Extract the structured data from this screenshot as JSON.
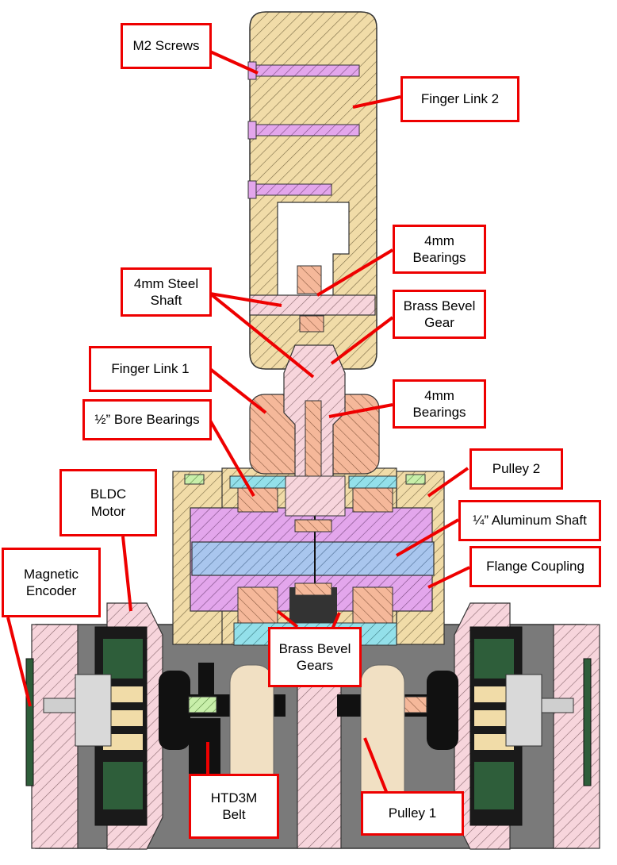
{
  "colors": {
    "callout": "#ee0000",
    "wood": "#f1dca8",
    "pink": "#f7d5dc",
    "lavender": "#e3a6ec",
    "salmon": "#f5b89a",
    "blue": "#a9c6ee",
    "cyan": "#93e0ea",
    "lightgreen": "#c8efaa",
    "green": "#2e5e3a",
    "gray": "#7a7a7a",
    "dark": "#1a1a1a",
    "cream": "#f1e0c3"
  },
  "labels": {
    "m2_screws": "M2 Screws",
    "finger_link_2": "Finger Link 2",
    "bearings_4mm_top_1": "4mm",
    "bearings_4mm_top_2": "Bearings",
    "steel_shaft_1": "4mm Steel",
    "steel_shaft_2": "Shaft",
    "brass_bevel_gear_1": "Brass Bevel",
    "brass_bevel_gear_2": "Gear",
    "finger_link_1": "Finger Link 1",
    "bearings_4mm_mid_1": "4mm",
    "bearings_4mm_mid_2": "Bearings",
    "bore_bearings": "½” Bore Bearings",
    "pulley_2": "Pulley 2",
    "bldc_motor_1": "BLDC",
    "bldc_motor_2": "Motor",
    "aluminum_shaft": "¼” Aluminum Shaft",
    "magnetic_encoder_1": "Magnetic",
    "magnetic_encoder_2": "Encoder",
    "flange_coupling": "Flange Coupling",
    "brass_bevel_gears_1": "Brass Bevel",
    "brass_bevel_gears_2": "Gears",
    "belt_1": "HTD3M",
    "belt_2": "Belt",
    "pulley_1": "Pulley 1"
  }
}
